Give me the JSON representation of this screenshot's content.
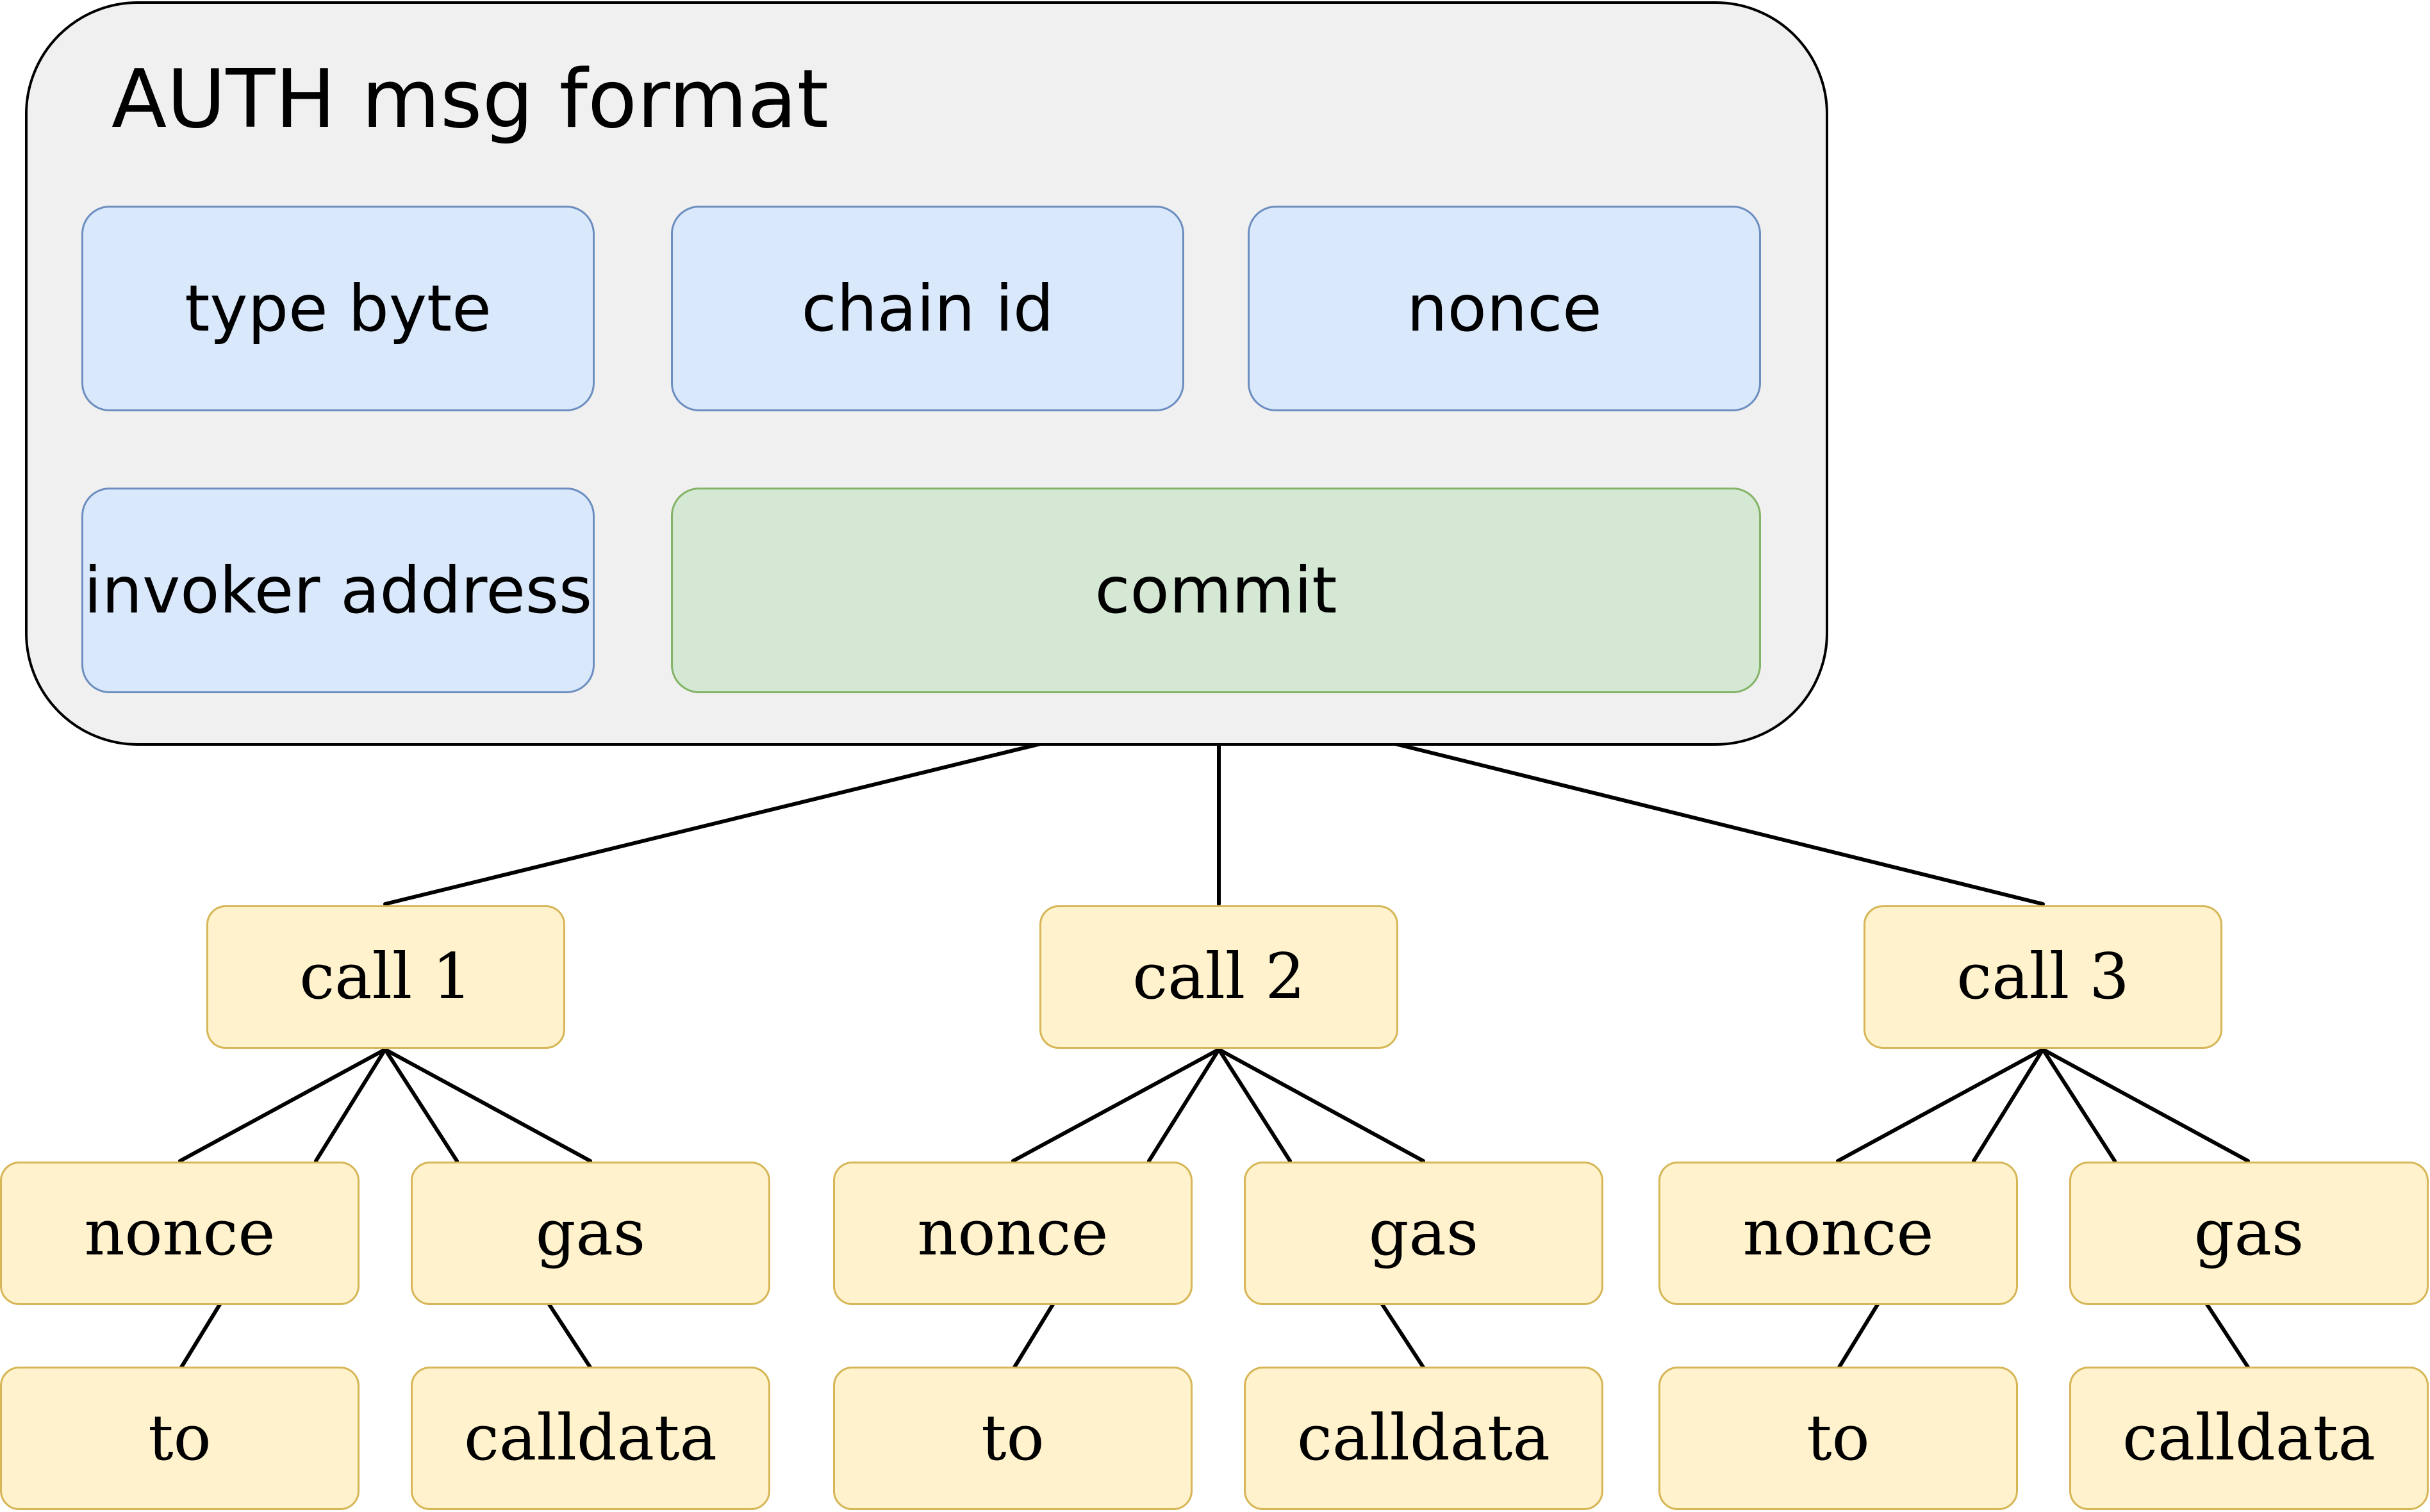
{
  "container": {
    "title": "AUTH msg format"
  },
  "fields": {
    "type_byte": "type byte",
    "chain_id": "chain id",
    "nonce": "nonce",
    "invoker_address": "invoker address",
    "commit": "commit"
  },
  "calls": [
    {
      "label": "call 1",
      "nonce": "nonce",
      "gas": "gas",
      "to": "to",
      "calldata": "calldata"
    },
    {
      "label": "call 2",
      "nonce": "nonce",
      "gas": "gas",
      "to": "to",
      "calldata": "calldata"
    },
    {
      "label": "call 3",
      "nonce": "nonce",
      "gas": "gas",
      "to": "to",
      "calldata": "calldata"
    }
  ],
  "colors": {
    "container_fill": "#f0f0f0",
    "field_fill": "#dae8fc",
    "field_stroke": "#6c8ebf",
    "commit_fill": "#d5e8d4",
    "commit_stroke": "#82b366",
    "node_fill": "#fff2cc",
    "node_stroke": "#d6b656"
  }
}
